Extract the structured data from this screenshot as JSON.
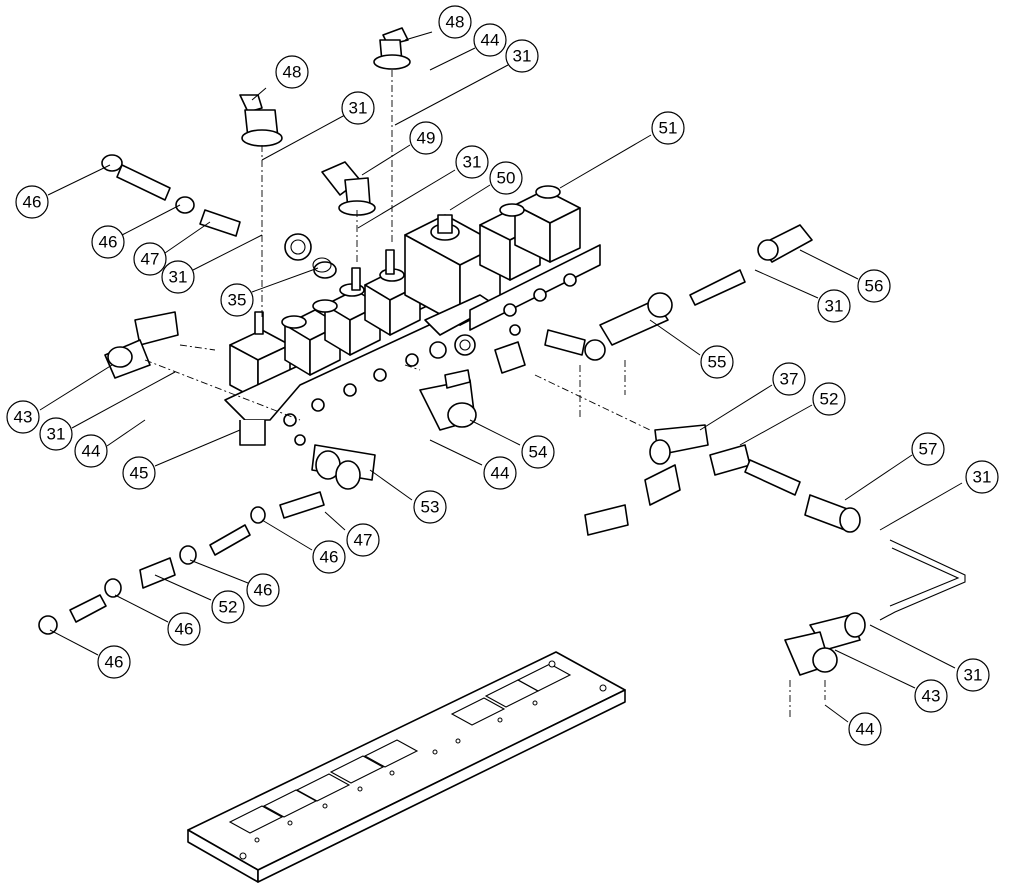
{
  "callouts": [
    {
      "id": "c-48a",
      "label": "48"
    },
    {
      "id": "c-48b",
      "label": "48"
    },
    {
      "id": "c-44a",
      "label": "44"
    },
    {
      "id": "c-31a",
      "label": "31"
    },
    {
      "id": "c-31b",
      "label": "31"
    },
    {
      "id": "c-49",
      "label": "49"
    },
    {
      "id": "c-31c",
      "label": "31"
    },
    {
      "id": "c-51",
      "label": "51"
    },
    {
      "id": "c-50",
      "label": "50"
    },
    {
      "id": "c-46a",
      "label": "46"
    },
    {
      "id": "c-46b",
      "label": "46"
    },
    {
      "id": "c-47a",
      "label": "47"
    },
    {
      "id": "c-31d",
      "label": "31"
    },
    {
      "id": "c-35",
      "label": "35"
    },
    {
      "id": "c-56",
      "label": "56"
    },
    {
      "id": "c-31e",
      "label": "31"
    },
    {
      "id": "c-55",
      "label": "55"
    },
    {
      "id": "c-43a",
      "label": "43"
    },
    {
      "id": "c-31f",
      "label": "31"
    },
    {
      "id": "c-44b",
      "label": "44"
    },
    {
      "id": "c-45",
      "label": "45"
    },
    {
      "id": "c-37",
      "label": "37"
    },
    {
      "id": "c-52a",
      "label": "52"
    },
    {
      "id": "c-44c",
      "label": "44"
    },
    {
      "id": "c-54",
      "label": "54"
    },
    {
      "id": "c-57",
      "label": "57"
    },
    {
      "id": "c-31g",
      "label": "31"
    },
    {
      "id": "c-53",
      "label": "53"
    },
    {
      "id": "c-47b",
      "label": "47"
    },
    {
      "id": "c-46c",
      "label": "46"
    },
    {
      "id": "c-46d",
      "label": "46"
    },
    {
      "id": "c-52b",
      "label": "52"
    },
    {
      "id": "c-46e",
      "label": "46"
    },
    {
      "id": "c-46f",
      "label": "46"
    },
    {
      "id": "c-31h",
      "label": "31"
    },
    {
      "id": "c-43b",
      "label": "43"
    },
    {
      "id": "c-44d",
      "label": "44"
    }
  ]
}
